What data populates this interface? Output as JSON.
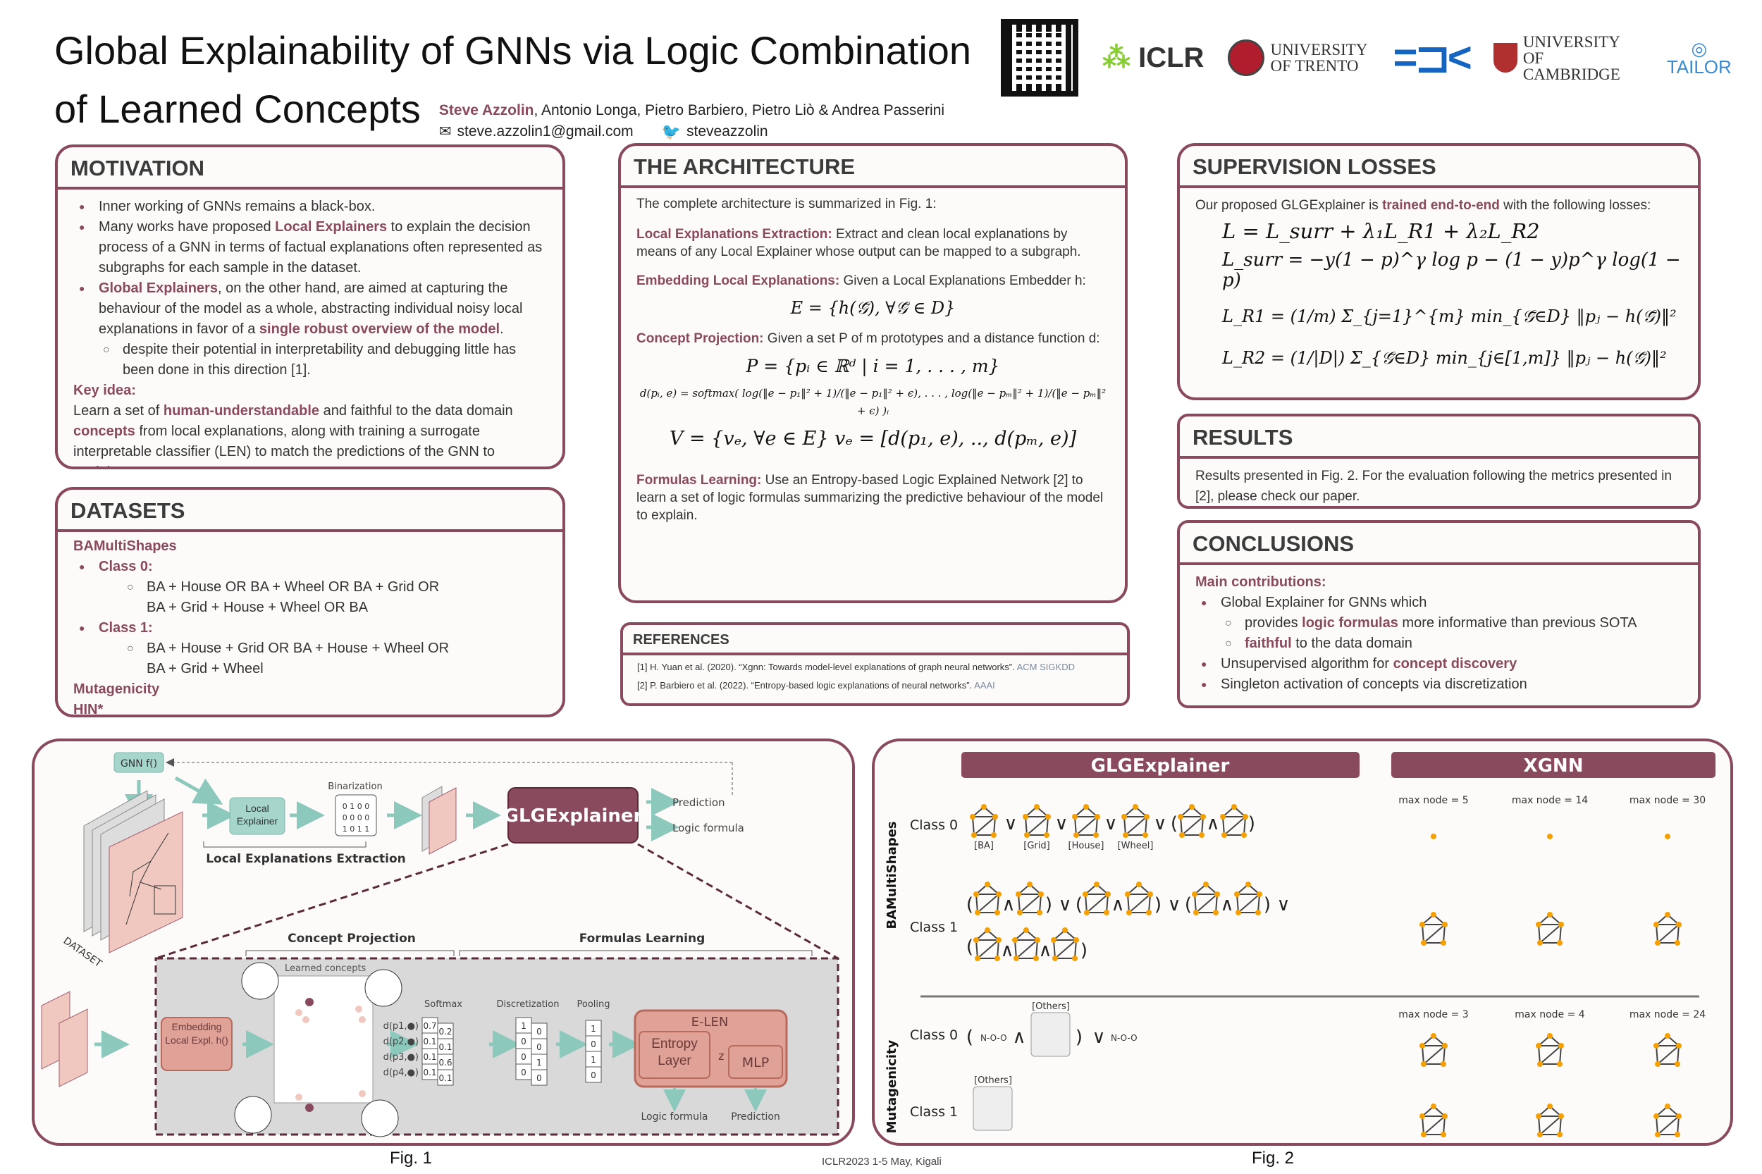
{
  "header": {
    "title": "Global Explainability of GNNs via Logic Combination of Learned Concepts",
    "first_author": "Steve Azzolin",
    "other_authors": ", Antonio Longa, Pietro Barbiero, Pietro Liò & Andrea Passerini",
    "email": "steve.azzolin1@gmail.com",
    "twitter": "steveazzolin",
    "logos": [
      "ICLR",
      "UNIVERSITY OF TRENTO",
      "FBK",
      "UNIVERSITY OF CAMBRIDGE",
      "TAILOR"
    ]
  },
  "motivation": {
    "title": "MOTIVATION",
    "b1": "Inner working of GNNs remains a black-box.",
    "b2a": "Many works have proposed ",
    "b2h": "Local Explainers",
    "b2b": " to explain the decision process of a GNN in terms of factual explanations often represented as subgraphs for each sample in the dataset.",
    "b3h": "Global Explainers",
    "b3a": ", on the other hand, are aimed at capturing the behaviour of the model as a whole, abstracting individual noisy local explanations in favor of a ",
    "b3h2": "single robust overview of the model",
    "b3c": ".",
    "b4": "despite their potential in interpretability and debugging little has been done in this direction [1].",
    "key": "Key idea:",
    "k1": "Learn a set of ",
    "kh1": "human-understandable",
    "k2": " and faithful to the data domain ",
    "kh2": "concepts",
    "k3": " from local explanations, along with training a surrogate interpretable classifier (LEN) to match the predictions of the GNN to explain."
  },
  "datasets": {
    "title": "DATASETS",
    "d1": "BAMultiShapes",
    "c0": "Class 0:",
    "c0a": "BA + House OR BA + Wheel OR BA + Grid OR",
    "c0b": "BA + Grid + House + Wheel OR BA",
    "c1": "Class 1:",
    "c1a": "BA + House + Grid OR BA + House + Wheel OR",
    "c1b": "BA + Grid + Wheel",
    "d2": "Mutagenicity",
    "d3": "HIN*"
  },
  "architecture": {
    "title": "THE ARCHITECTURE",
    "intro": "The complete architecture is summarized in Fig. 1:",
    "s1h": "Local Explanations Extraction:",
    "s1": " Extract and clean local explanations by means of any Local Explainer whose output can be mapped to a subgraph.",
    "s2h": "Embedding Local Explanations:",
    "s2": " Given a Local Explanations Embedder h:",
    "eq1": "E = {h(𝒢̄), ∀𝒢̄ ∈ D}",
    "s3h": "Concept Projection:",
    "s3": " Given a set P of m prototypes and a distance function d:",
    "eq2": "P = {pᵢ ∈ ℝᵈ | i = 1, . . . , m}",
    "eq3": "d(pᵢ, e) = softmax( log(‖e − p₁‖² + 1)/(‖e − p₁‖² + ϵ), . . . , log(‖e − pₘ‖² + 1)/(‖e − pₘ‖² + ϵ) )ᵢ",
    "eq4": "V = {vₑ, ∀e ∈ E}    vₑ = [d(p₁, e), .., d(pₘ, e)]",
    "s4h": "Formulas Learning:",
    "s4": " Use an Entropy-based Logic Explained Network [2] to learn a set of logic formulas summarizing the predictive behaviour of the model to explain."
  },
  "references": {
    "title": "REFERENCES",
    "r1": "[1] H. Yuan et al. (2020). “Xgnn: Towards model-level explanations of graph neural networks”.",
    "r1v": "ACM SIGKDD",
    "r2": "[2] P. Barbiero et al. (2022). “Entropy-based logic explanations of neural networks”.",
    "r2v": "AAAI"
  },
  "losses": {
    "title": "SUPERVISION LOSSES",
    "intro_a": "Our proposed GLGExplainer is ",
    "intro_h": "trained end-to-end",
    "intro_b": " with the following losses:",
    "eq1": "L = L_surr + λ₁L_R1 + λ₂L_R2",
    "eq2": "L_surr = −y(1 − p)^γ log p − (1 − y)p^γ log(1 − p)",
    "eq3": "L_R1 = (1/m) Σ_{j=1}^{m} min_{𝒢̄∈D} ‖pⱼ − h(𝒢̄)‖²",
    "eq4": "L_R2 = (1/|D|) Σ_{𝒢̄∈D} min_{j∈[1,m]} ‖pⱼ − h(𝒢̄)‖²"
  },
  "results": {
    "title": "RESULTS",
    "text": "Results presented in Fig. 2. For the evaluation following the metrics presented in [2], please check our paper."
  },
  "conclusions": {
    "title": "CONCLUSIONS",
    "main": "Main contributions:",
    "c1": "Global Explainer for GNNs which",
    "c1a_a": "provides ",
    "c1a_h": "logic formulas",
    "c1a_b": " more informative than previous SOTA",
    "c1b_h": "faithful",
    "c1b_b": " to the data domain",
    "c2a": "Unsupervised algorithm for ",
    "c2h": "concept discovery",
    "c3": "Singleton activation of concepts via discretization"
  },
  "fig1": {
    "gnn": "GNN f()",
    "local_explainer": "Local Explainer",
    "binarization": "Binarization",
    "lee": "Local Explanations Extraction",
    "glg": "GLGExplainer",
    "prediction": "Prediction",
    "logic_formula": "Logic formula",
    "dataset": "DATASET",
    "concept_projection": "Concept Projection",
    "formulas_learning": "Formulas Learning",
    "learned_concepts": "Learned concepts",
    "embedding": "Embedding Local Expl. h()",
    "softmax": "Softmax",
    "discretization": "Discretization",
    "pooling": "Pooling",
    "elen": "E-LEN",
    "entropy": "Entropy Layer",
    "mlp": "MLP",
    "z": "z",
    "dist_labels": [
      "d(p1,●)",
      "d(p2,●)",
      "d(p3,●)",
      "d(p4,●)"
    ],
    "v_e2": [
      0.7,
      0.1,
      0.1,
      0.1
    ],
    "v_e1": [
      0.2,
      0.1,
      0.6,
      0.1
    ],
    "disc_e2": [
      1,
      0,
      0,
      0
    ],
    "disc_e1": [
      0,
      0,
      1,
      0
    ],
    "pooled": [
      1,
      0,
      1,
      0
    ],
    "caption": "Fig. 1"
  },
  "fig2": {
    "glg": "GLGExplainer",
    "xgnn": "XGNN",
    "ds1": "BAMultiShapes",
    "ds2": "Mutagenicity",
    "class0": "Class 0",
    "class1": "Class 1",
    "motifs": [
      "[BA]",
      "[Grid]",
      "[House]",
      "[Wheel]"
    ],
    "others": "[Others]",
    "maxnode_bam": [
      5,
      14,
      30
    ],
    "maxnode_mut": [
      3,
      4,
      24
    ],
    "maxnode_label": "max node =",
    "caption": "Fig. 2"
  },
  "footer": "ICLR2023 1-5 May, Kigali",
  "colors": {
    "accent": "#8a4a5e",
    "teal": "#a6d5cb",
    "salmon": "#e0a196",
    "node": "#f5a000"
  }
}
